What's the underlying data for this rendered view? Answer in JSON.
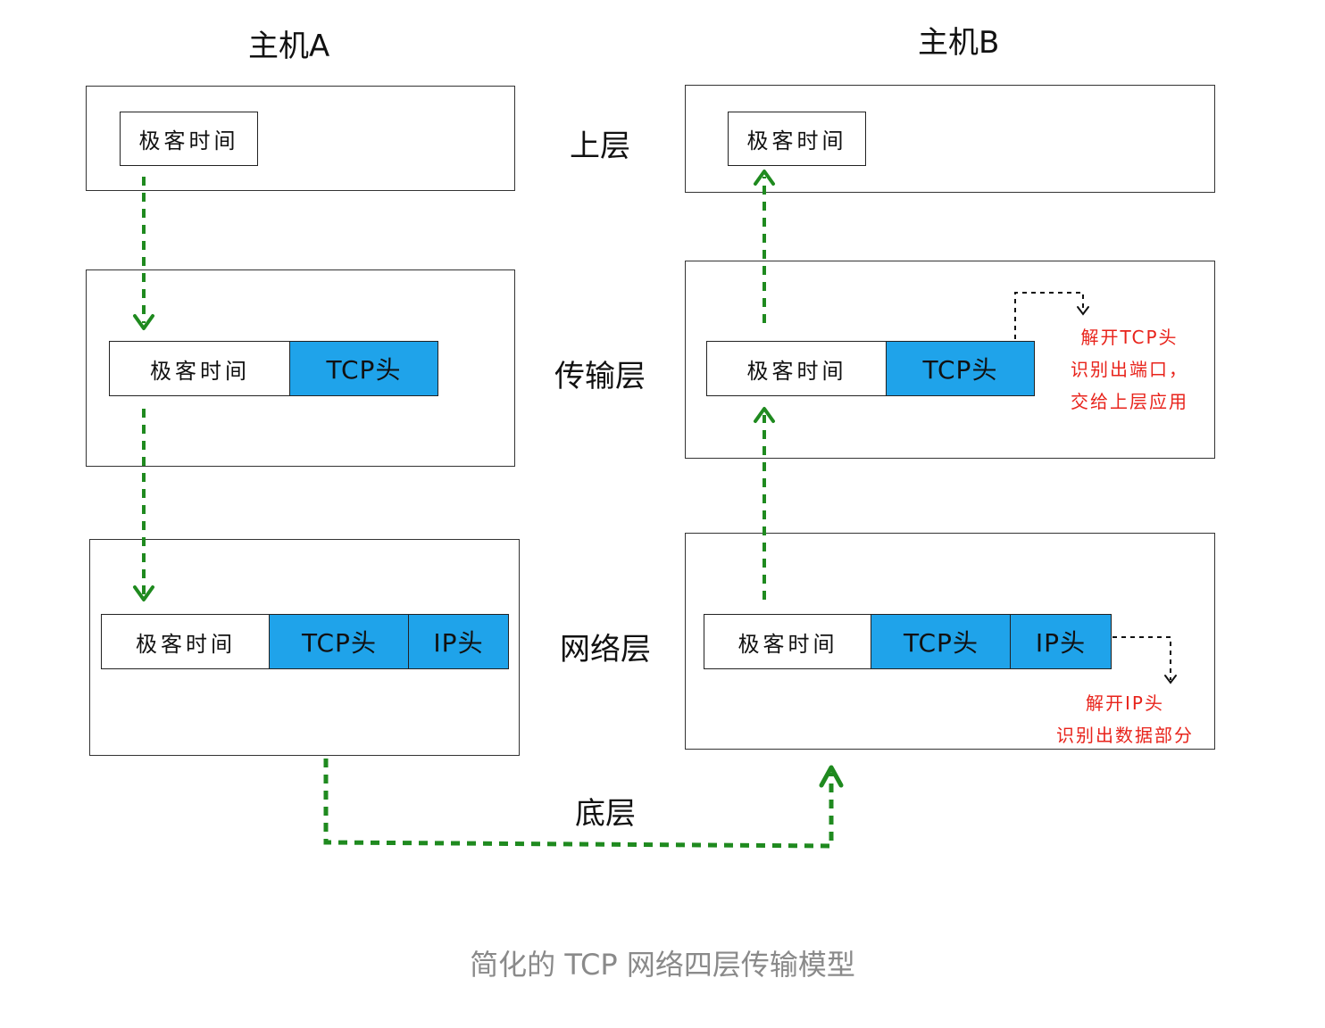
{
  "hosts": {
    "a": {
      "title": "主机A"
    },
    "b": {
      "title": "主机B"
    }
  },
  "layers": {
    "upper": "上层",
    "transport": "传输层",
    "network": "网络层",
    "bottom": "底层"
  },
  "segments": {
    "data": "极客时间",
    "tcp": "TCP头",
    "ip": "IP头"
  },
  "notes": {
    "tcp": [
      "解开TCP头",
      "识别出端口，",
      "交给上层应用"
    ],
    "ip": [
      "解开IP头",
      "识别出数据部分"
    ]
  },
  "caption": "简化的 TCP 网络四层传输模型",
  "colors": {
    "header": "#1fa3ea",
    "arrow": "#1f8a1f",
    "note": "#e8231b",
    "caption": "#8a8a8a"
  }
}
